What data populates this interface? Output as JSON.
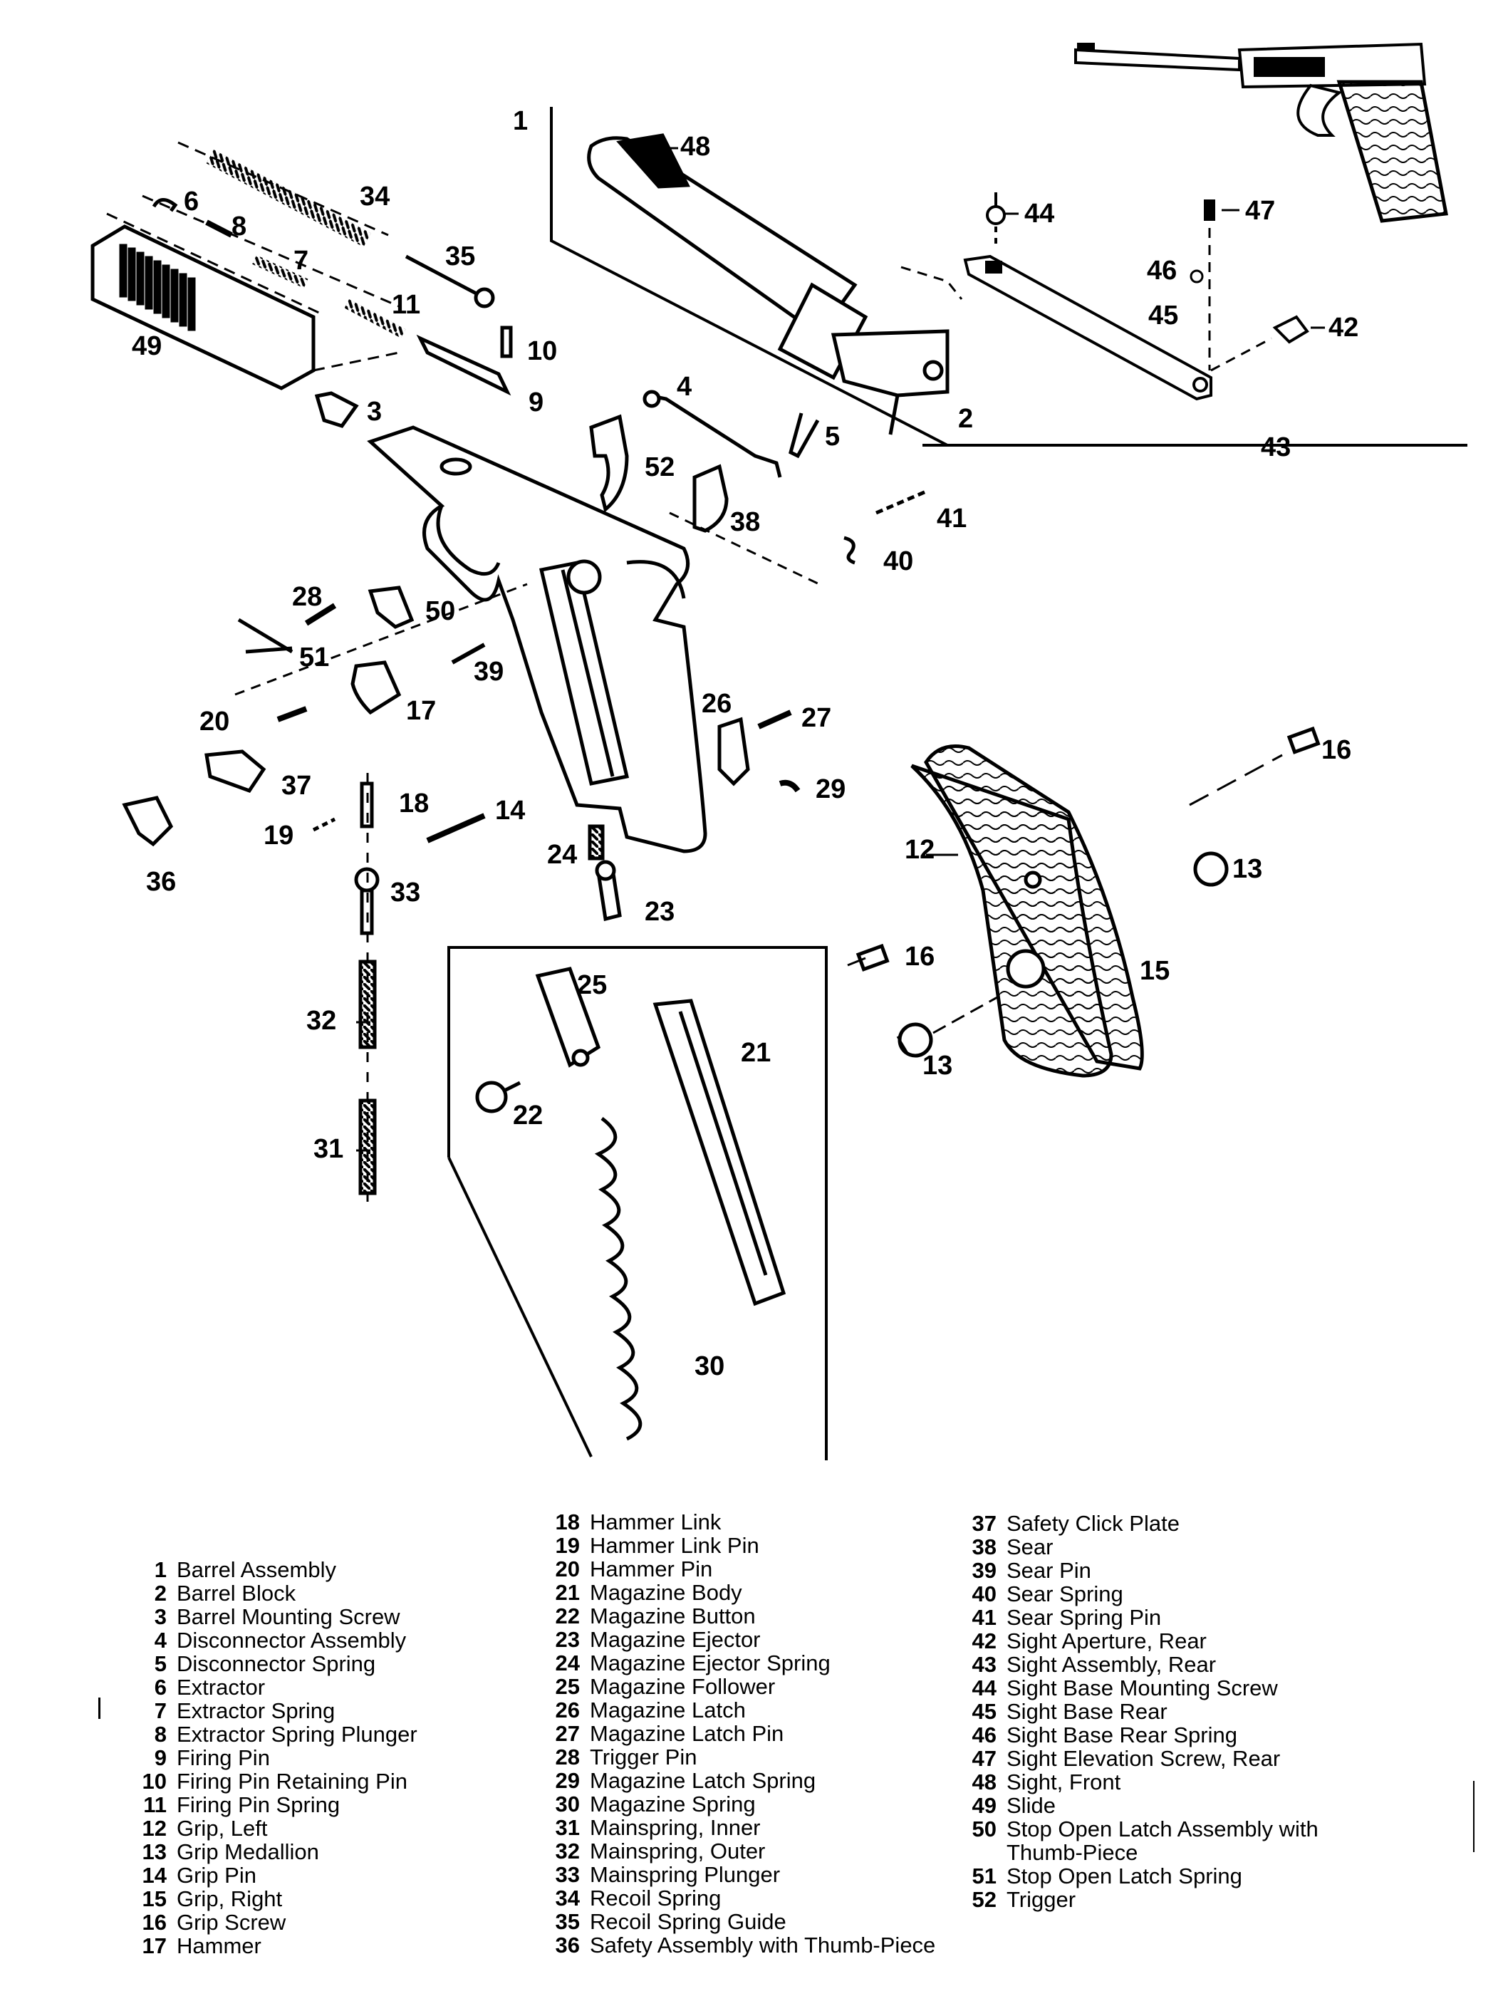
{
  "callouts": [
    {
      "id": "c1",
      "text": "1"
    },
    {
      "id": "c2",
      "text": "2"
    },
    {
      "id": "c3",
      "text": "3"
    },
    {
      "id": "c4",
      "text": "4"
    },
    {
      "id": "c5",
      "text": "5"
    },
    {
      "id": "c6",
      "text": "6"
    },
    {
      "id": "c7",
      "text": "7"
    },
    {
      "id": "c8",
      "text": "8"
    },
    {
      "id": "c9",
      "text": "9"
    },
    {
      "id": "c10",
      "text": "10"
    },
    {
      "id": "c11",
      "text": "11"
    },
    {
      "id": "c12",
      "text": "12"
    },
    {
      "id": "c13a",
      "text": "13"
    },
    {
      "id": "c13b",
      "text": "13"
    },
    {
      "id": "c14",
      "text": "14"
    },
    {
      "id": "c15",
      "text": "15"
    },
    {
      "id": "c16a",
      "text": "16"
    },
    {
      "id": "c16b",
      "text": "16"
    },
    {
      "id": "c17",
      "text": "17"
    },
    {
      "id": "c18",
      "text": "18"
    },
    {
      "id": "c19",
      "text": "19"
    },
    {
      "id": "c20",
      "text": "20"
    },
    {
      "id": "c21",
      "text": "21"
    },
    {
      "id": "c22",
      "text": "22"
    },
    {
      "id": "c23",
      "text": "23"
    },
    {
      "id": "c24",
      "text": "24"
    },
    {
      "id": "c25",
      "text": "25"
    },
    {
      "id": "c26",
      "text": "26"
    },
    {
      "id": "c27",
      "text": "27"
    },
    {
      "id": "c28",
      "text": "28"
    },
    {
      "id": "c29",
      "text": "29"
    },
    {
      "id": "c30",
      "text": "30"
    },
    {
      "id": "c31",
      "text": "31"
    },
    {
      "id": "c32",
      "text": "32"
    },
    {
      "id": "c33",
      "text": "33"
    },
    {
      "id": "c34",
      "text": "34"
    },
    {
      "id": "c35",
      "text": "35"
    },
    {
      "id": "c36",
      "text": "36"
    },
    {
      "id": "c37",
      "text": "37"
    },
    {
      "id": "c38",
      "text": "38"
    },
    {
      "id": "c39",
      "text": "39"
    },
    {
      "id": "c40",
      "text": "40"
    },
    {
      "id": "c41",
      "text": "41"
    },
    {
      "id": "c42",
      "text": "42"
    },
    {
      "id": "c43",
      "text": "43"
    },
    {
      "id": "c44",
      "text": "44"
    },
    {
      "id": "c45",
      "text": "45"
    },
    {
      "id": "c46",
      "text": "46"
    },
    {
      "id": "c47",
      "text": "47"
    },
    {
      "id": "c48",
      "text": "48"
    },
    {
      "id": "c49",
      "text": "49"
    },
    {
      "id": "c50",
      "text": "50"
    },
    {
      "id": "c51",
      "text": "51"
    },
    {
      "id": "c52",
      "text": "52"
    }
  ],
  "legend": {
    "col1": [
      {
        "num": "1",
        "name": "Barrel Assembly"
      },
      {
        "num": "2",
        "name": "Barrel Block"
      },
      {
        "num": "3",
        "name": "Barrel Mounting Screw"
      },
      {
        "num": "4",
        "name": "Disconnector Assembly"
      },
      {
        "num": "5",
        "name": "Disconnector Spring"
      },
      {
        "num": "6",
        "name": "Extractor"
      },
      {
        "num": "7",
        "name": "Extractor Spring"
      },
      {
        "num": "8",
        "name": "Extractor Spring Plunger"
      },
      {
        "num": "9",
        "name": "Firing Pin"
      },
      {
        "num": "10",
        "name": "Firing Pin Retaining Pin"
      },
      {
        "num": "11",
        "name": "Firing Pin Spring"
      },
      {
        "num": "12",
        "name": "Grip, Left"
      },
      {
        "num": "13",
        "name": "Grip Medallion"
      },
      {
        "num": "14",
        "name": "Grip Pin"
      },
      {
        "num": "15",
        "name": "Grip, Right"
      },
      {
        "num": "16",
        "name": "Grip Screw"
      },
      {
        "num": "17",
        "name": "Hammer"
      }
    ],
    "col2": [
      {
        "num": "18",
        "name": "Hammer Link"
      },
      {
        "num": "19",
        "name": "Hammer Link Pin"
      },
      {
        "num": "20",
        "name": "Hammer Pin"
      },
      {
        "num": "21",
        "name": "Magazine Body"
      },
      {
        "num": "22",
        "name": "Magazine Button"
      },
      {
        "num": "23",
        "name": "Magazine Ejector"
      },
      {
        "num": "24",
        "name": "Magazine Ejector Spring"
      },
      {
        "num": "25",
        "name": "Magazine Follower"
      },
      {
        "num": "26",
        "name": "Magazine Latch"
      },
      {
        "num": "27",
        "name": "Magazine Latch Pin"
      },
      {
        "num": "28",
        "name": "Trigger Pin"
      },
      {
        "num": "29",
        "name": "Magazine Latch Spring"
      },
      {
        "num": "30",
        "name": "Magazine Spring"
      },
      {
        "num": "31",
        "name": "Mainspring, Inner"
      },
      {
        "num": "32",
        "name": "Mainspring, Outer"
      },
      {
        "num": "33",
        "name": "Mainspring Plunger"
      },
      {
        "num": "34",
        "name": "Recoil Spring"
      },
      {
        "num": "35",
        "name": "Recoil Spring Guide"
      },
      {
        "num": "36",
        "name": "Safety Assembly with Thumb-Piece"
      }
    ],
    "col3": [
      {
        "num": "37",
        "name": "Safety Click Plate"
      },
      {
        "num": "38",
        "name": "Sear"
      },
      {
        "num": "39",
        "name": "Sear Pin"
      },
      {
        "num": "40",
        "name": "Sear Spring"
      },
      {
        "num": "41",
        "name": "Sear Spring Pin"
      },
      {
        "num": "42",
        "name": "Sight Aperture, Rear"
      },
      {
        "num": "43",
        "name": "Sight Assembly, Rear"
      },
      {
        "num": "44",
        "name": "Sight Base Mounting Screw"
      },
      {
        "num": "45",
        "name": "Sight Base Rear"
      },
      {
        "num": "46",
        "name": "Sight Base Rear Spring"
      },
      {
        "num": "47",
        "name": "Sight Elevation Screw, Rear"
      },
      {
        "num": "48",
        "name": "Sight, Front"
      },
      {
        "num": "49",
        "name": "Slide"
      },
      {
        "num": "50",
        "name": "Stop Open Latch Assembly with Thumb-Piece"
      },
      {
        "num": "51",
        "name": "Stop Open Latch Spring"
      },
      {
        "num": "52",
        "name": "Trigger"
      }
    ]
  }
}
